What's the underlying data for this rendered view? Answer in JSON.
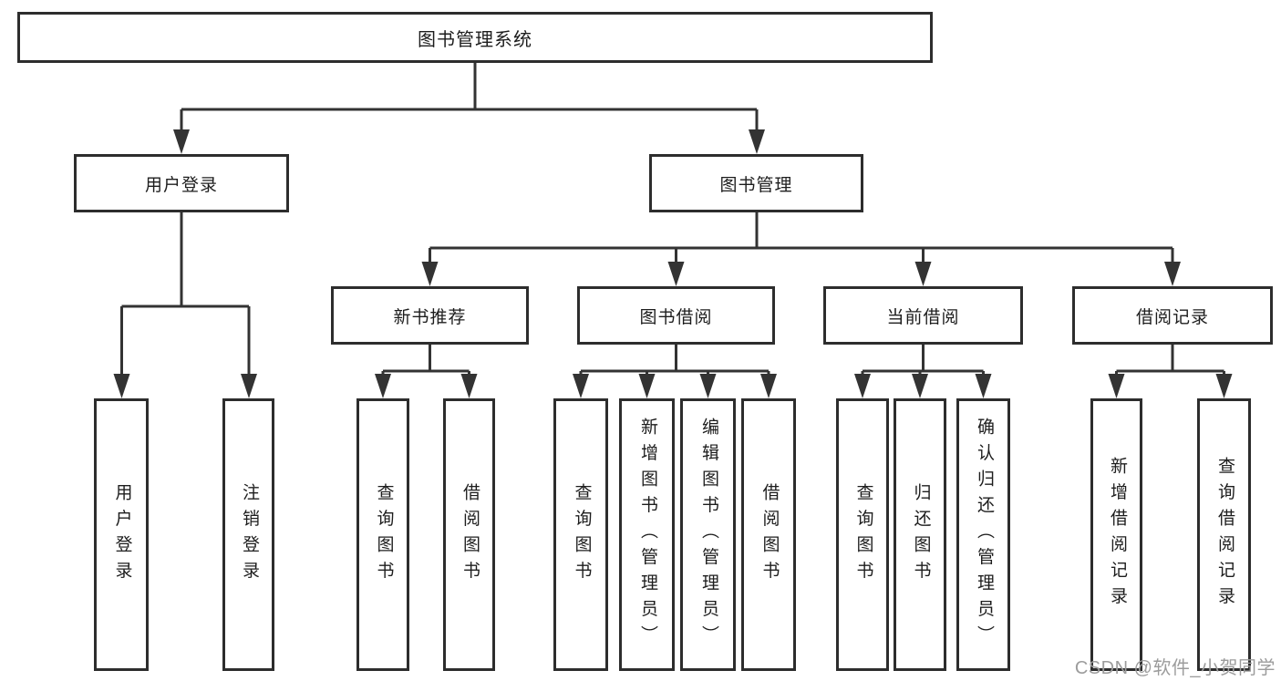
{
  "tree": {
    "root": {
      "label": "图书管理系统",
      "children": [
        {
          "label": "用户登录",
          "children": [
            {
              "label": "用户登录"
            },
            {
              "label": "注销登录"
            }
          ]
        },
        {
          "label": "图书管理",
          "children": [
            {
              "label": "新书推荐",
              "children": [
                {
                  "label": "查询图书"
                },
                {
                  "label": "借阅图书"
                }
              ]
            },
            {
              "label": "图书借阅",
              "children": [
                {
                  "label": "查询图书"
                },
                {
                  "label": "新增图书（管理员）"
                },
                {
                  "label": "编辑图书（管理员）"
                },
                {
                  "label": "借阅图书"
                }
              ]
            },
            {
              "label": "当前借阅",
              "children": [
                {
                  "label": "查询图书"
                },
                {
                  "label": "归还图书"
                },
                {
                  "label": "确认归还（管理员）"
                }
              ]
            },
            {
              "label": "借阅记录",
              "children": [
                {
                  "label": "新增借阅记录"
                },
                {
                  "label": "查询借阅记录"
                }
              ]
            }
          ]
        }
      ]
    }
  },
  "watermark": {
    "text": "CSDN @软件_小贺同学"
  },
  "colors": {
    "line": "#333333",
    "border": "#2d2d2d",
    "text": "#1d1d1d",
    "watermark": "#9c9c9c"
  }
}
